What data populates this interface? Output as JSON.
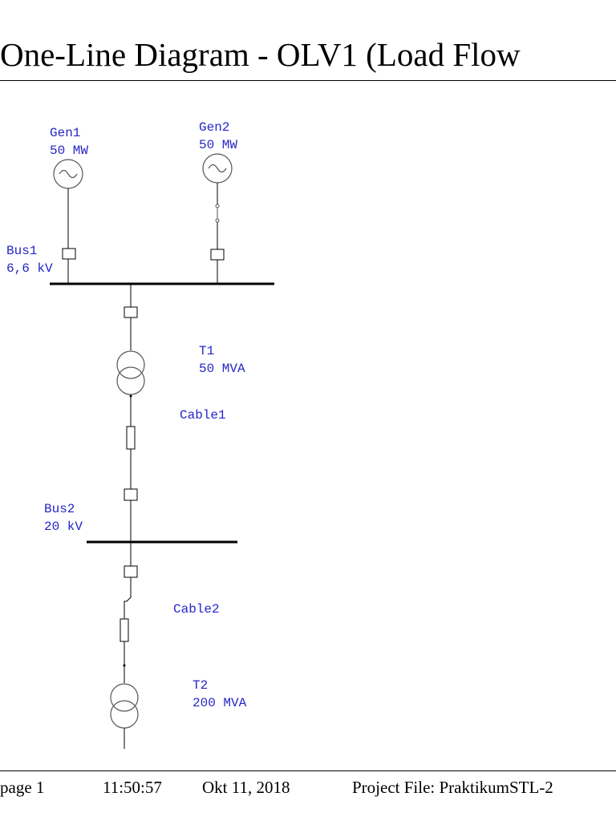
{
  "header": {
    "title": "One-Line Diagram   -   OLV1 (Load Flow"
  },
  "footer": {
    "page": "page 1",
    "time": "11:50:57",
    "date": "Okt 11, 2018",
    "project": "Project File: PraktikumSTL-2"
  },
  "elements": {
    "gen1": {
      "name": "Gen1",
      "rating": "50 MW"
    },
    "gen2": {
      "name": "Gen2",
      "rating": "50 MW"
    },
    "bus1": {
      "name": "Bus1",
      "voltage": "6,6 kV"
    },
    "t1": {
      "name": "T1",
      "rating": "50 MVA"
    },
    "cable1": {
      "name": "Cable1"
    },
    "bus2": {
      "name": "Bus2",
      "voltage": "20 kV"
    },
    "cable2": {
      "name": "Cable2"
    },
    "t2": {
      "name": "T2",
      "rating": "200 MVA"
    }
  },
  "colors": {
    "label": "#2525c8",
    "line": "#000000",
    "symbol": "#555555"
  },
  "icons": [
    "generator-icon",
    "circuit-breaker-icon",
    "transformer-icon",
    "cable-icon",
    "switch-icon"
  ]
}
